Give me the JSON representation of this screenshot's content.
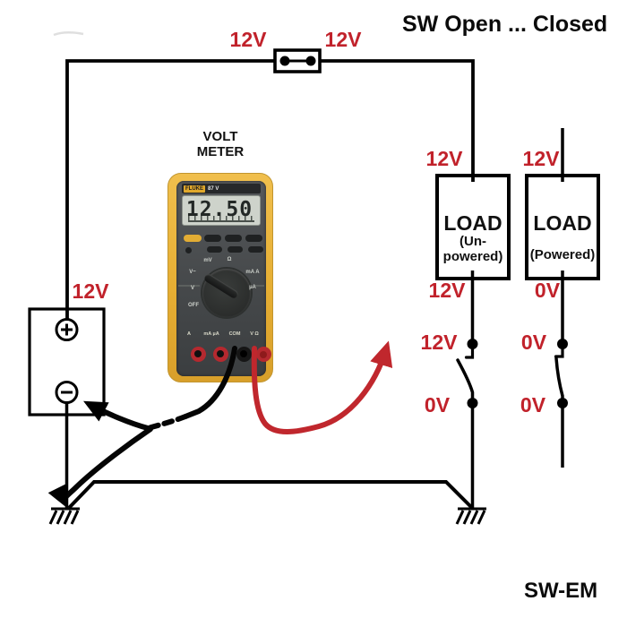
{
  "header": {
    "title": "SW Open ... Closed"
  },
  "footer": {
    "signature": "SW-EM"
  },
  "fuse": {
    "left_label": "12V",
    "right_label": "12V"
  },
  "battery": {
    "label": "12V"
  },
  "meter": {
    "caption_line1": "VOLT",
    "caption_line2": "METER",
    "brand": "FLUKE",
    "model": "87 V",
    "display_value": "12.50",
    "dial_labels": [
      "mV",
      "Ω",
      "V~",
      "mA A",
      "V",
      "µA",
      "OFF"
    ],
    "jack_labels": [
      "A",
      "mA µA",
      "COM",
      "V Ω"
    ]
  },
  "loads": [
    {
      "title": "LOAD",
      "subtitle1": "(Un-",
      "subtitle2": "powered)",
      "top_label": "12V",
      "bottom_label": "12V",
      "switch_top_label": "12V",
      "switch_bottom_label": "0V",
      "switch_state": "open"
    },
    {
      "title": "LOAD",
      "subtitle1": "(Powered)",
      "subtitle2": "",
      "top_label": "12V",
      "bottom_label": "0V",
      "switch_top_label": "0V",
      "switch_bottom_label": "0V",
      "switch_state": "closed"
    }
  ],
  "colors": {
    "label_red": "#c1222b",
    "wire_black": "#000000",
    "lead_red": "#c0272d",
    "meter_yellow": "#e8b43e"
  }
}
